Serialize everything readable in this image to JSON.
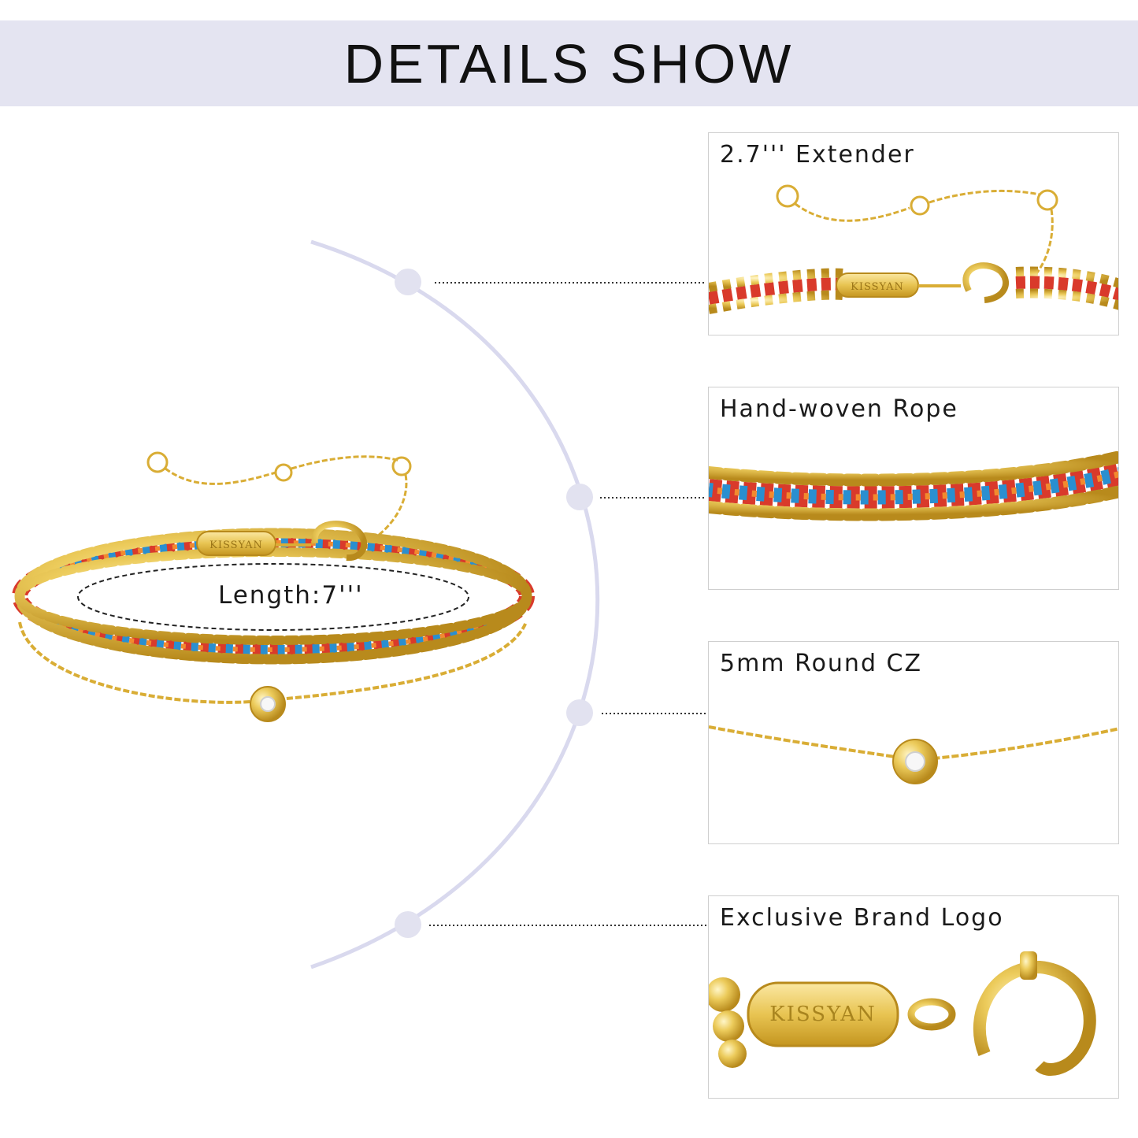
{
  "header": {
    "title": "DETAILS SHOW"
  },
  "main_image": {
    "length_label": "Length:7'''",
    "brand_engraving": "KISSYAN"
  },
  "details": [
    {
      "label": "2.7''' Extender",
      "brand_engraving": "KISSYAN"
    },
    {
      "label": "Hand-woven Rope"
    },
    {
      "label": "5mm Round CZ"
    },
    {
      "label": "Exclusive Brand Logo",
      "brand_engraving": "KISSYAN"
    }
  ],
  "colors": {
    "banner": "#e4e4f1",
    "arc": "#d9d9ee",
    "dot": "#e2e2f0",
    "gold": "#e8c452",
    "gold_dark": "#c99a22",
    "rope": [
      "#d93a2b",
      "#2a8fd0",
      "#f28a2e",
      "#c0305a"
    ]
  }
}
